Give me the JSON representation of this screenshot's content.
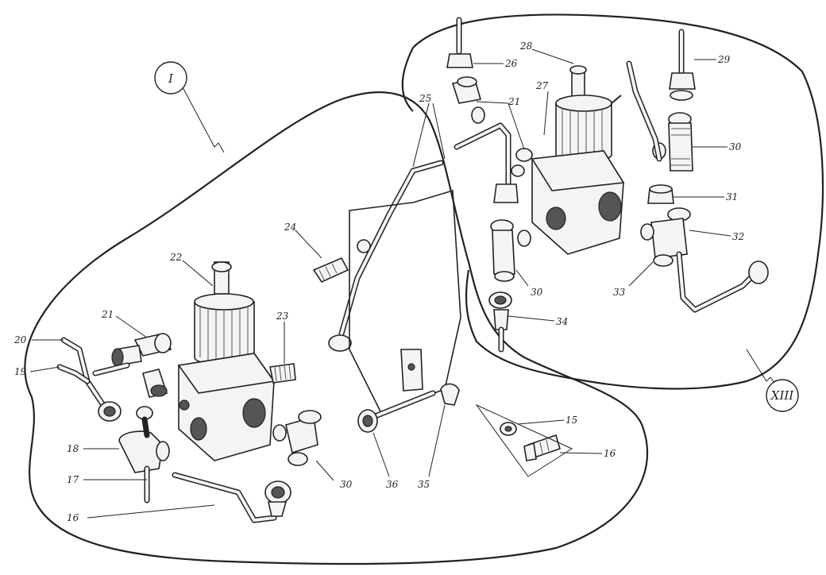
{
  "diagram": {
    "group_markers": [
      {
        "id": "I",
        "text": "I"
      },
      {
        "id": "XIII",
        "text": "XIII"
      }
    ],
    "part_numbers": {
      "l15": "15",
      "l16a": "16",
      "l16b": "16",
      "l17": "17",
      "l18": "18",
      "l19": "19",
      "l20": "20",
      "l21a": "21",
      "l21b": "21",
      "l22": "22",
      "l23": "23",
      "l24": "24",
      "l25": "25",
      "l26": "26",
      "l27": "27",
      "l28": "28",
      "l29": "29",
      "l30a": "30",
      "l30b": "30",
      "l30c": "30",
      "l31": "31",
      "l32": "32",
      "l33": "33",
      "l34": "34",
      "l35": "35",
      "l36": "36"
    }
  }
}
